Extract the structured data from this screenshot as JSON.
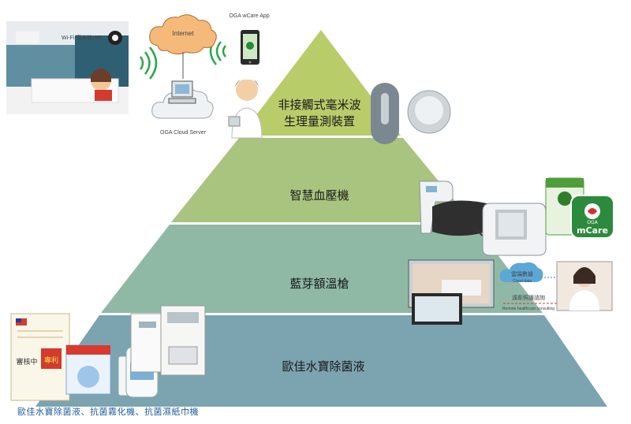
{
  "pyramid": {
    "levels": [
      {
        "label_lines": [
          "非接觸式毫米波",
          "生理量測裝置"
        ],
        "color": "#b9cc6a"
      },
      {
        "label_lines": [
          "智慧血壓機"
        ],
        "color": "#a9c47f"
      },
      {
        "label_lines": [
          "藍芽額溫槍"
        ],
        "color": "#8fb9a5"
      },
      {
        "label_lines": [
          "歐佳水寶除菌液"
        ],
        "color": "#7ca3b0"
      }
    ]
  },
  "network": {
    "internet_label": "Internet",
    "app_label": "OGA wCare App",
    "server_label": "OGA Cloud Server",
    "wifi_sign": "Wi-Fi 毫米波 AP"
  },
  "bp_app": {
    "brand": "mCare",
    "sub": "OGA"
  },
  "telehealth": {
    "cloud_data": "雲端數據",
    "cloud_data_en": "Cloud data",
    "remote_care": "遠距照護諮詢",
    "remote_care_en": "Remote healthcare consulting"
  },
  "certificate": {
    "stamp_text": "專利",
    "pending_text": "審核中"
  },
  "caption": "歐佳水寶除菌液、抗菌霧化機、抗菌濕紙巾機"
}
